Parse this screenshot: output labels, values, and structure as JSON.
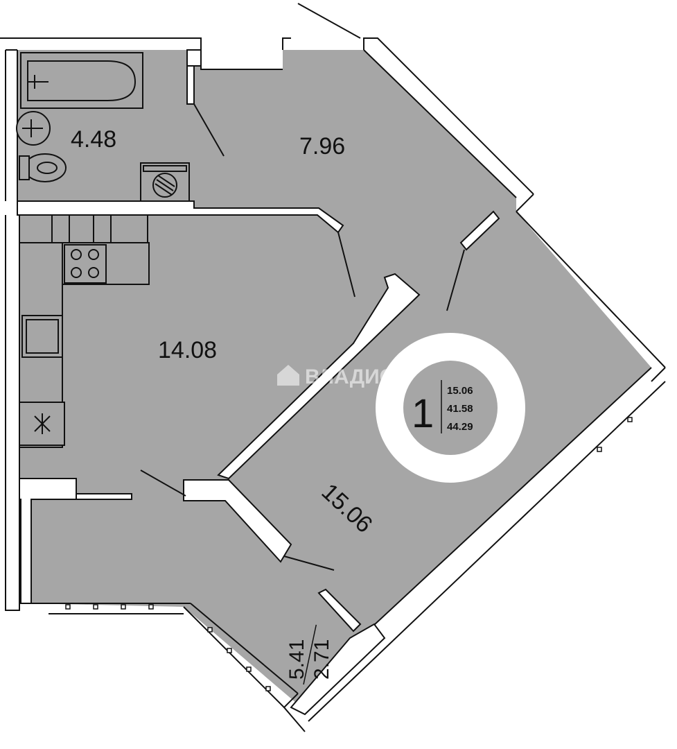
{
  "plan": {
    "rooms": {
      "bathroom": "4.48",
      "hallway": "7.96",
      "kitchen": "14.08",
      "bedroom": "15.06"
    },
    "balcony": {
      "area_full": "5.41",
      "area_reduced": "2.71"
    },
    "summary": {
      "room_count": "1",
      "living_area": "15.06",
      "total_area": "41.58",
      "total_with_balcony": "44.29"
    },
    "watermark": "ВЛАДИС",
    "colors": {
      "floor": "#a6a6a6",
      "wall": "#ffffff",
      "line": "#111111",
      "badge_ring": "#ffffff"
    }
  }
}
